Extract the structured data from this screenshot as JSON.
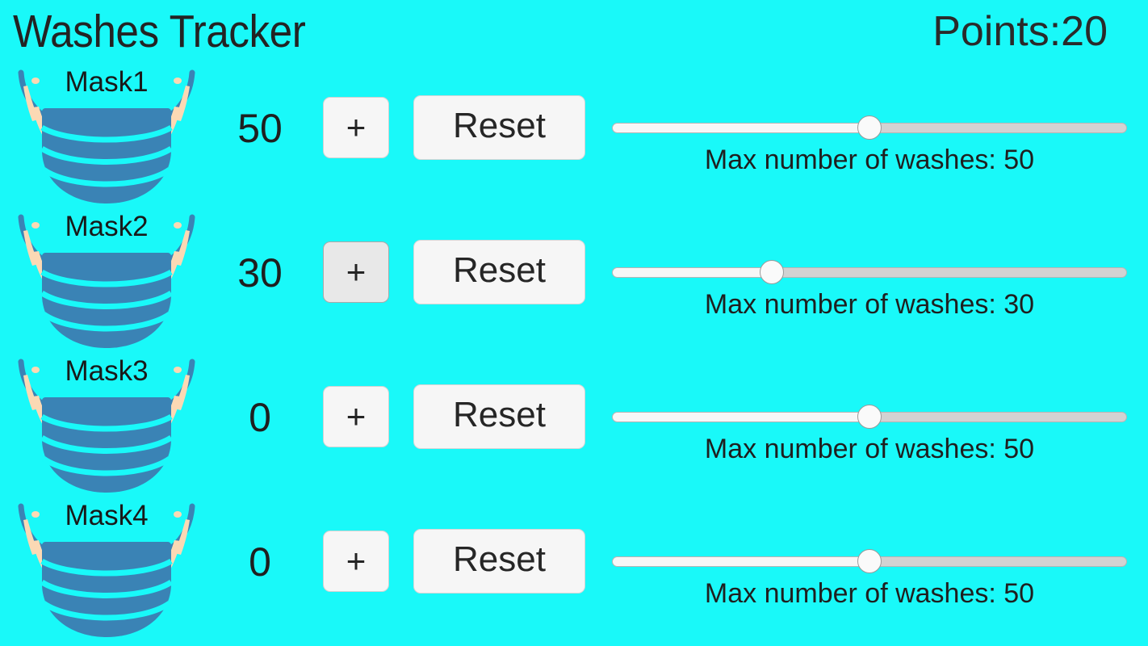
{
  "header": {
    "title": "Washes Tracker",
    "points_label": "Points:20",
    "points_value": 20
  },
  "theme": {
    "background": "#19f9f9",
    "text": "#1f1f1f",
    "button_face": "#f6f6f6",
    "button_face_active": "#e8e8e8",
    "button_border": "#d2d2d2",
    "slider_track": "#d2d2d2",
    "slider_fill": "#f7f7f7",
    "slider_thumb": "#fafafa",
    "mask_body": "#3a83b5",
    "mask_pleat_line": "#19f9f9",
    "mask_strap": "#3a83b5",
    "mask_ear": "#fbd9b4"
  },
  "labels": {
    "plus": "+",
    "reset": "Reset",
    "max_washes_prefix": "Max number of washes: "
  },
  "rows": [
    {
      "mask_name": "Mask1",
      "count": "50",
      "plus_label": "+",
      "reset_label": "Reset",
      "plus_active": false,
      "slider_caption": "Max number of washes: 50",
      "slider_value": 50,
      "slider_min": 0,
      "slider_max": 100,
      "thumb_percent": 50
    },
    {
      "mask_name": "Mask2",
      "count": "30",
      "plus_label": "+",
      "reset_label": "Reset",
      "plus_active": true,
      "slider_caption": "Max number of washes: 30",
      "slider_value": 30,
      "slider_min": 0,
      "slider_max": 100,
      "thumb_percent": 31
    },
    {
      "mask_name": "Mask3",
      "count": "0",
      "plus_label": "+",
      "reset_label": "Reset",
      "plus_active": false,
      "slider_caption": "Max number of washes: 50",
      "slider_value": 50,
      "slider_min": 0,
      "slider_max": 100,
      "thumb_percent": 50
    },
    {
      "mask_name": "Mask4",
      "count": "0",
      "plus_label": "+",
      "reset_label": "Reset",
      "plus_active": false,
      "slider_caption": "Max number of washes: 50",
      "slider_value": 50,
      "slider_min": 0,
      "slider_max": 100,
      "thumb_percent": 50
    }
  ]
}
